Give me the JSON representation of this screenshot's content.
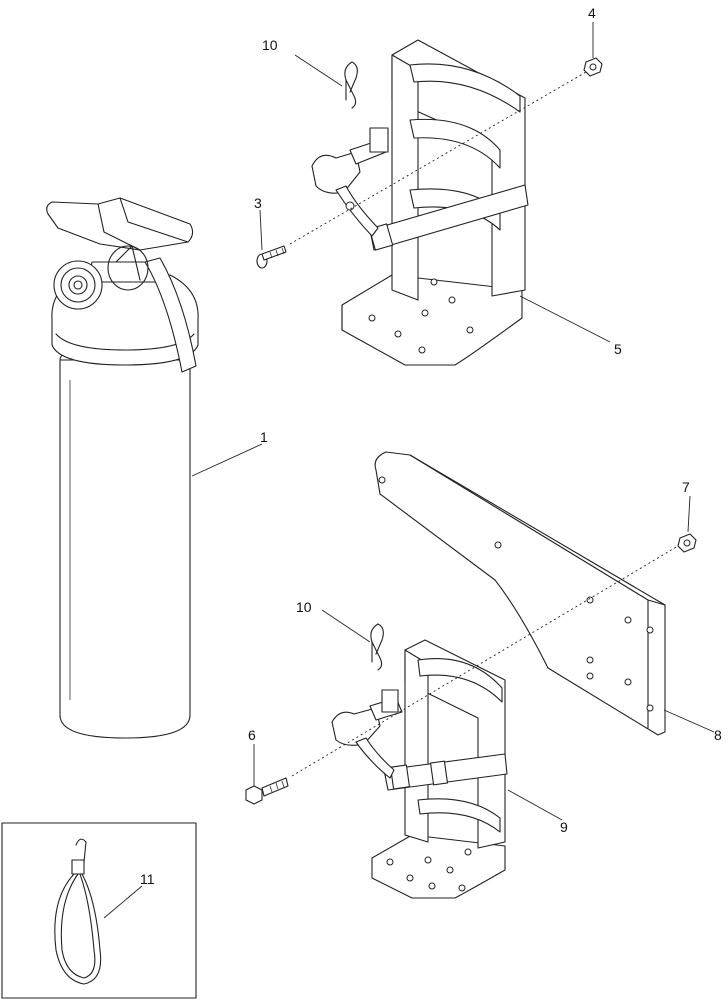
{
  "callouts": [
    {
      "id": "c1",
      "label": "1"
    },
    {
      "id": "c3",
      "label": "3"
    },
    {
      "id": "c4",
      "label": "4"
    },
    {
      "id": "c5",
      "label": "5"
    },
    {
      "id": "c6",
      "label": "6"
    },
    {
      "id": "c7",
      "label": "7"
    },
    {
      "id": "c8",
      "label": "8"
    },
    {
      "id": "c9",
      "label": "9"
    },
    {
      "id": "c10a",
      "label": "10"
    },
    {
      "id": "c10b",
      "label": "10"
    },
    {
      "id": "c11",
      "label": "11"
    }
  ]
}
